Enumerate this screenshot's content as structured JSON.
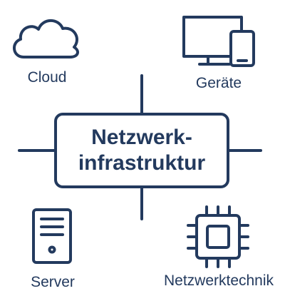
{
  "colors": {
    "stroke": "#233a5e",
    "background": "#ffffff"
  },
  "center": {
    "line1": "Netzwerk-",
    "line2": "infrastruktur"
  },
  "nodes": {
    "cloud": {
      "label": "Cloud",
      "icon": "cloud-icon"
    },
    "devices": {
      "label": "Geräte",
      "icon": "devices-icon"
    },
    "server": {
      "label": "Server",
      "icon": "server-icon"
    },
    "tech": {
      "label": "Netzwerktechnik",
      "icon": "chip-icon"
    }
  }
}
